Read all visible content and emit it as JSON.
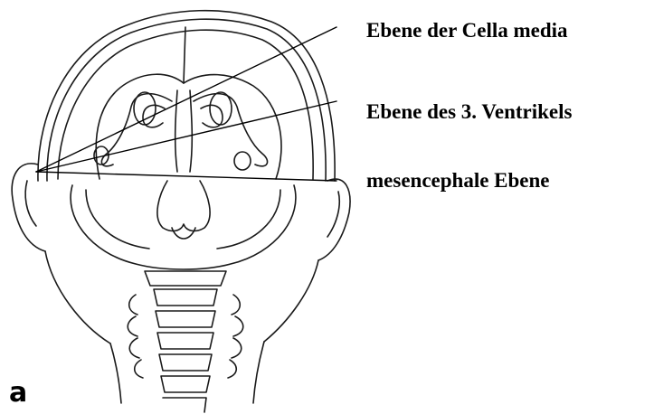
{
  "figure": {
    "labels": [
      "Ebene der Cella media",
      "Ebene des 3. Ventrikels",
      "mesencephale Ebene"
    ],
    "panel_letter": "a"
  },
  "colors": {
    "line": "#1a1a1a",
    "background": "#ffffff"
  }
}
